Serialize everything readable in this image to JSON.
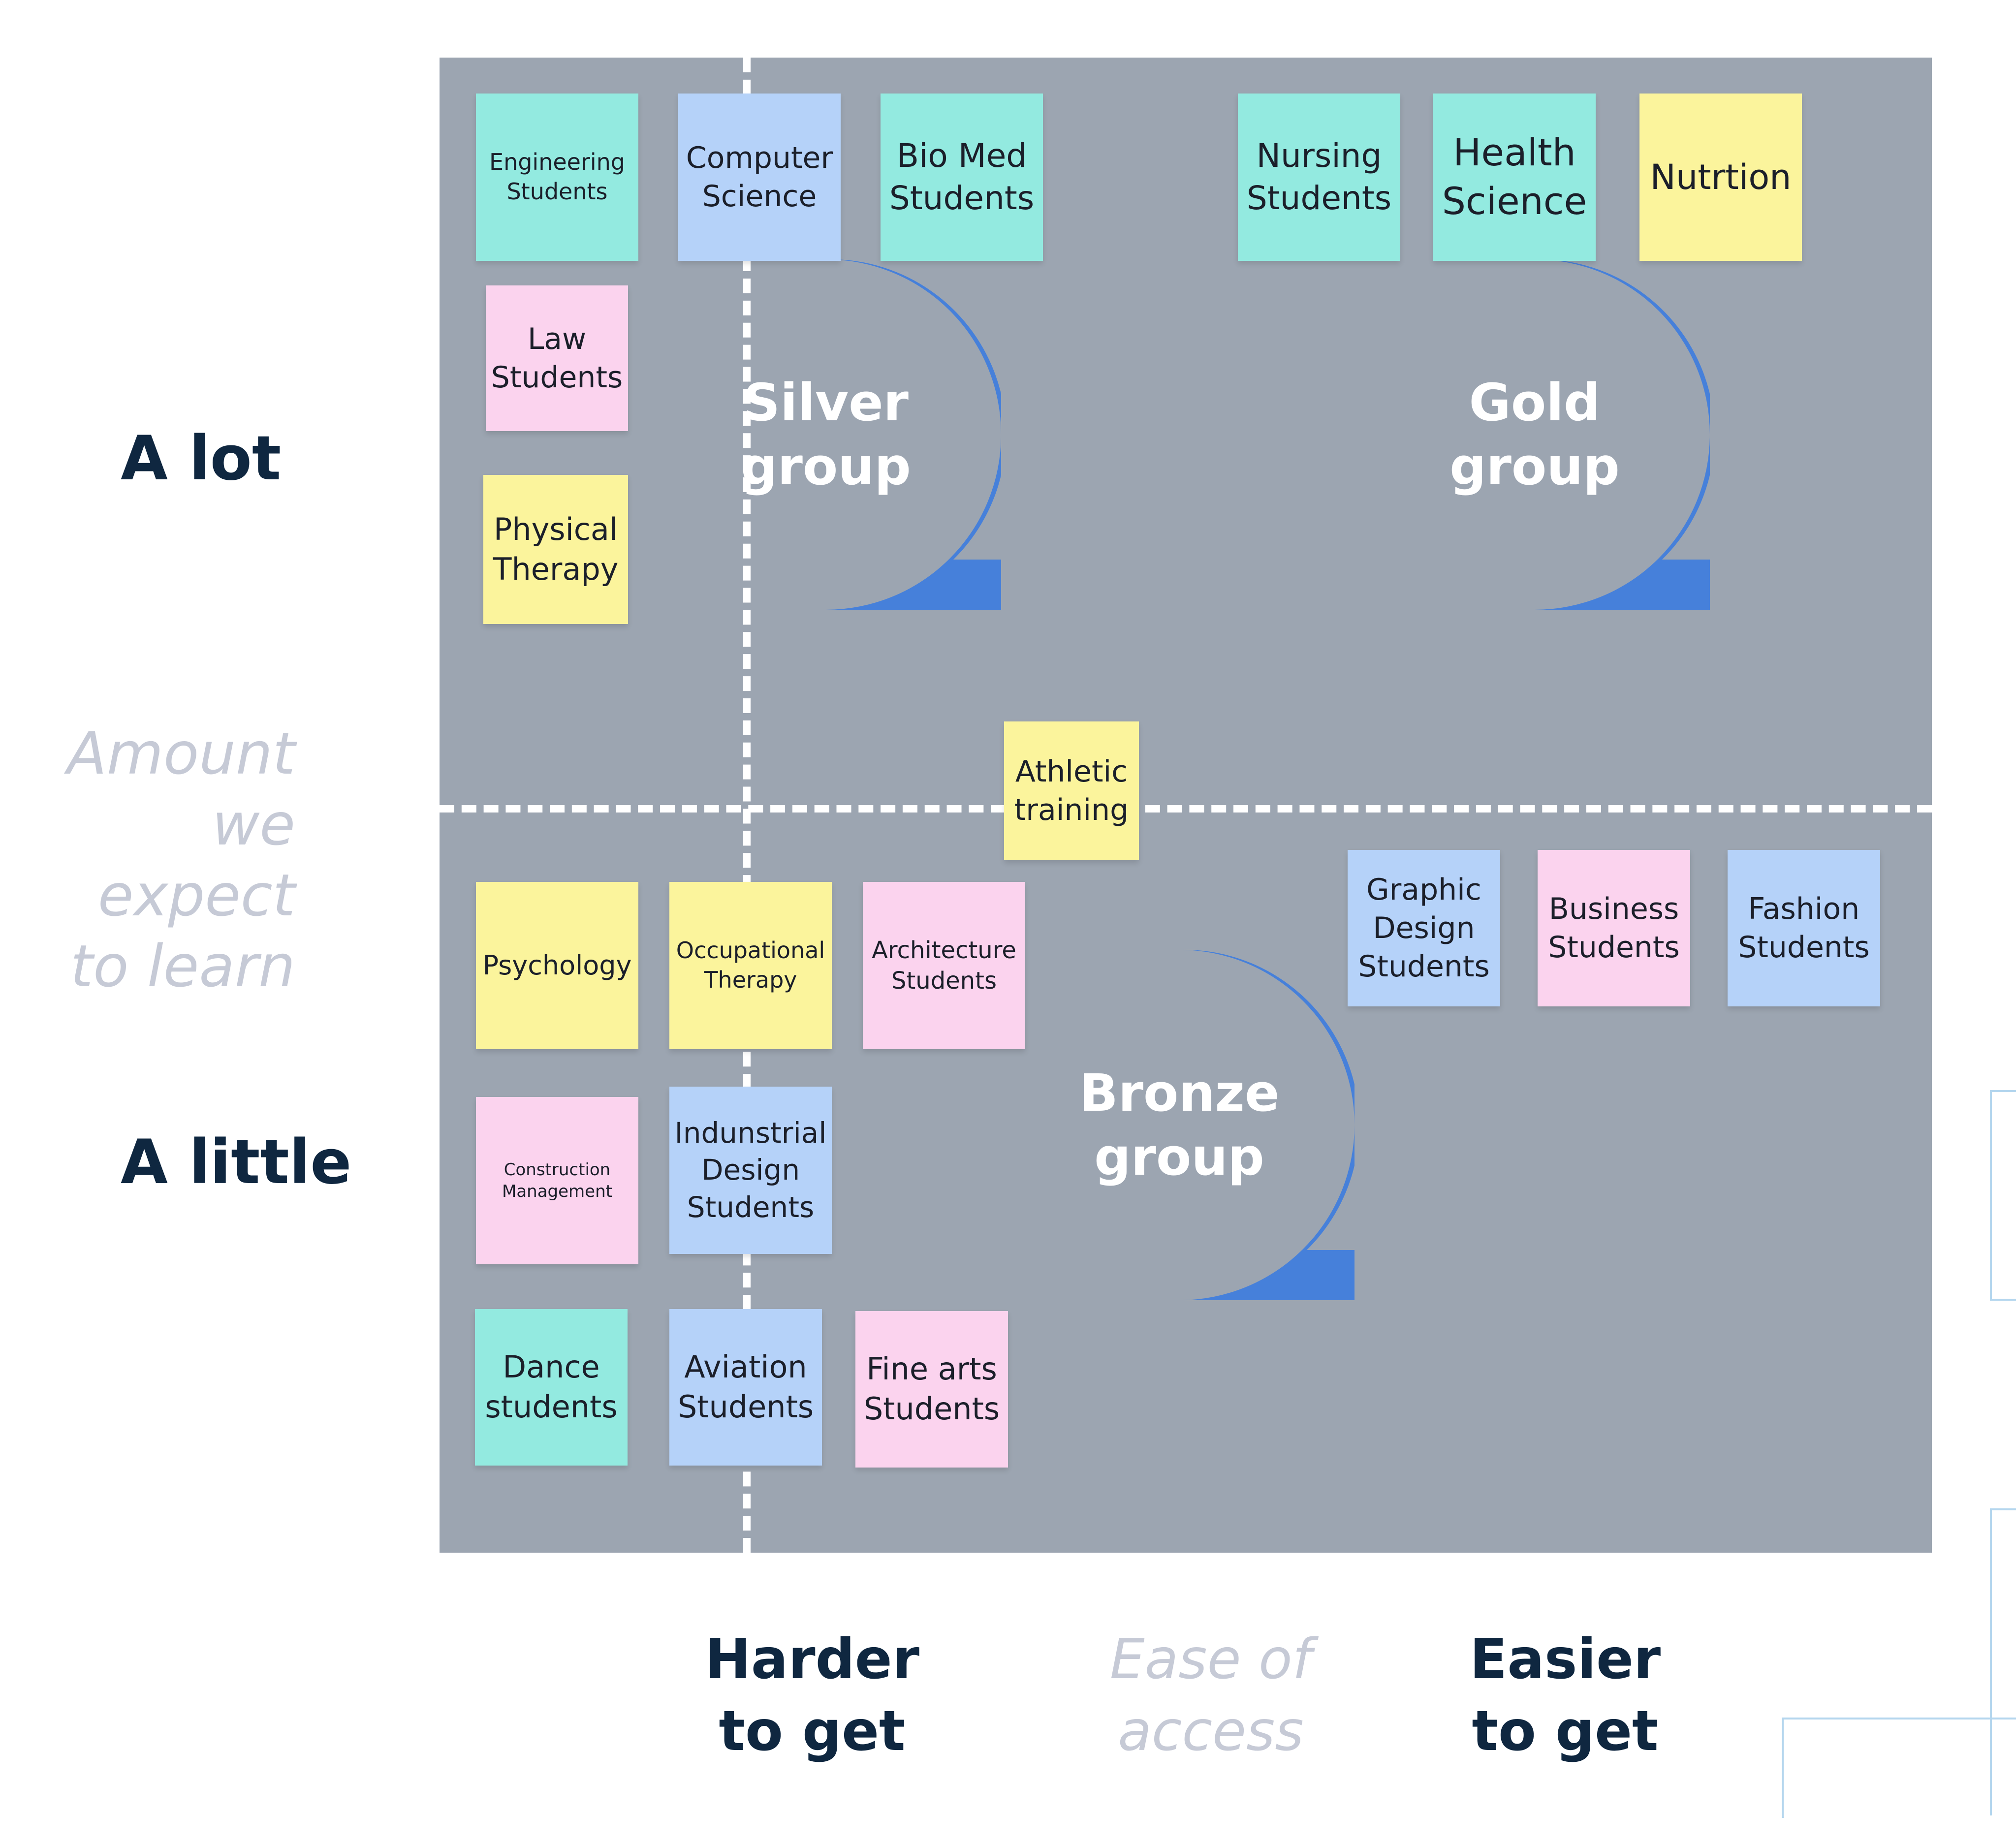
{
  "y_axis": {
    "top_label": "A lot",
    "bottom_label": "A little",
    "title": "Amount\nwe expect\nto learn"
  },
  "x_axis": {
    "left_label": "Harder\nto get",
    "title": "Ease of\naccess",
    "right_label": "Easier\nto get"
  },
  "groups": {
    "silver": "Silver\ngroup",
    "gold": "Gold\ngroup",
    "bronze": "Bronze\ngroup"
  },
  "colors": {
    "board": "#9ca5b1",
    "bubble": "#4680da",
    "teal_note": "#93eae0",
    "blue_note": "#b5d2f9",
    "pink_note": "#fbd3ee",
    "yellow_note": "#fbf49c",
    "axis_dark": "#0f2740",
    "axis_faint": "#c6cad6"
  },
  "notes": {
    "engineering": "Engineering\nStudents",
    "computer_science": "Computer\nScience",
    "bio_med": "Bio Med\nStudents",
    "law": "Law\nStudents",
    "physical_therapy": "Physical\nTherapy",
    "nursing": "Nursing\nStudents",
    "health_science": "Health\nScience",
    "nutrition": "Nutrtion",
    "athletic_training": "Athletic\ntraining",
    "psychology": "Psychology",
    "occupational_therapy": "Occupational\nTherapy",
    "architecture": "Architecture\nStudents",
    "construction": "Construction\nManagement",
    "industrial_design": "Indunstrial\nDesign\nStudents",
    "dance": "Dance\nstudents",
    "aviation": "Aviation\nStudents",
    "fine_arts": "Fine arts\nStudents",
    "graphic_design": "Graphic\nDesign\nStudents",
    "business": "Business\nStudents",
    "fashion": "Fashion\nStudents"
  }
}
